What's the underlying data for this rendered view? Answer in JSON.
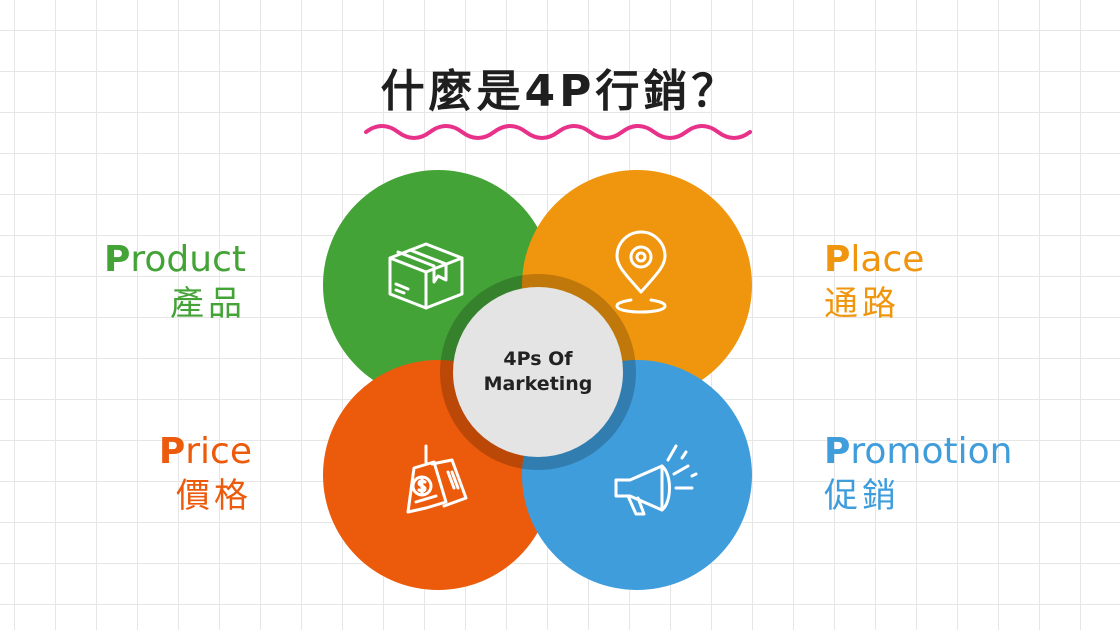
{
  "title": "什麼是4P行銷？",
  "center": {
    "line1": "4Ps Of",
    "line2": "Marketing"
  },
  "quadrants": {
    "product": {
      "initial": "P",
      "rest": "roduct",
      "zh": "產品",
      "color": "#44a337",
      "icon": "box-icon"
    },
    "place": {
      "initial": "P",
      "rest": "lace",
      "zh": "通路",
      "color": "#f0960e",
      "icon": "location-pin-icon"
    },
    "price": {
      "initial": "P",
      "rest": "rice",
      "zh": "價格",
      "color": "#ec5a0b",
      "icon": "price-tag-icon"
    },
    "promotion": {
      "initial": "P",
      "rest": "romotion",
      "zh": "促銷",
      "color": "#3f9ddc",
      "icon": "megaphone-icon"
    }
  },
  "accent_wave_color": "#e8328a"
}
